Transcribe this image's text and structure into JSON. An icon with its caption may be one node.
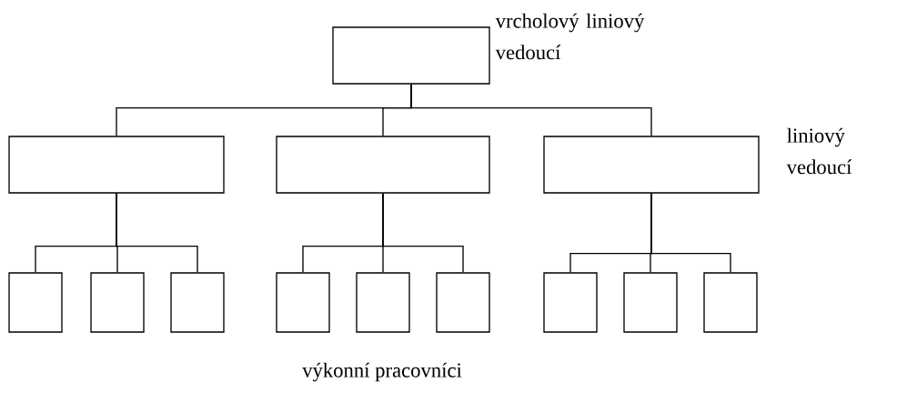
{
  "diagram": {
    "nodes": [
      {
        "text": [],
        "shape": "box",
        "beside": [
          "vrcholový liniový vedoucí"
        ]
      },
      {
        "text": [],
        "shape": "box"
      },
      {
        "text": [],
        "shape": "box"
      },
      {
        "text": [],
        "shape": "box",
        "beside": [
          "liniový vedoucí"
        ]
      },
      {
        "text": [],
        "shape": "box"
      },
      {
        "text": [],
        "shape": "box"
      },
      {
        "text": [],
        "shape": "box"
      },
      {
        "text": [],
        "shape": "box"
      },
      {
        "text": [],
        "shape": "box"
      },
      {
        "text": [],
        "shape": "box"
      },
      {
        "text": [],
        "shape": "box"
      },
      {
        "text": [],
        "shape": "box"
      },
      {
        "text": [],
        "shape": "box"
      }
    ],
    "edges": [
      {
        "from": 0,
        "to": 1,
        "arrow": "none"
      },
      {
        "from": 0,
        "to": 2,
        "arrow": "none"
      },
      {
        "from": 0,
        "to": 3,
        "arrow": "none"
      },
      {
        "from": 1,
        "to": 4,
        "arrow": "none"
      },
      {
        "from": 1,
        "to": 5,
        "arrow": "none"
      },
      {
        "from": 1,
        "to": 6,
        "arrow": "none"
      },
      {
        "from": 2,
        "to": 7,
        "arrow": "none"
      },
      {
        "from": 2,
        "to": 8,
        "arrow": "none"
      },
      {
        "from": 2,
        "to": 9,
        "arrow": "none"
      },
      {
        "from": 3,
        "to": 10,
        "arrow": "none"
      },
      {
        "from": 3,
        "to": 11,
        "arrow": "none"
      },
      {
        "from": 3,
        "to": 12,
        "arrow": "none"
      }
    ],
    "labels": [
      "výkonní pracovníci"
    ]
  }
}
